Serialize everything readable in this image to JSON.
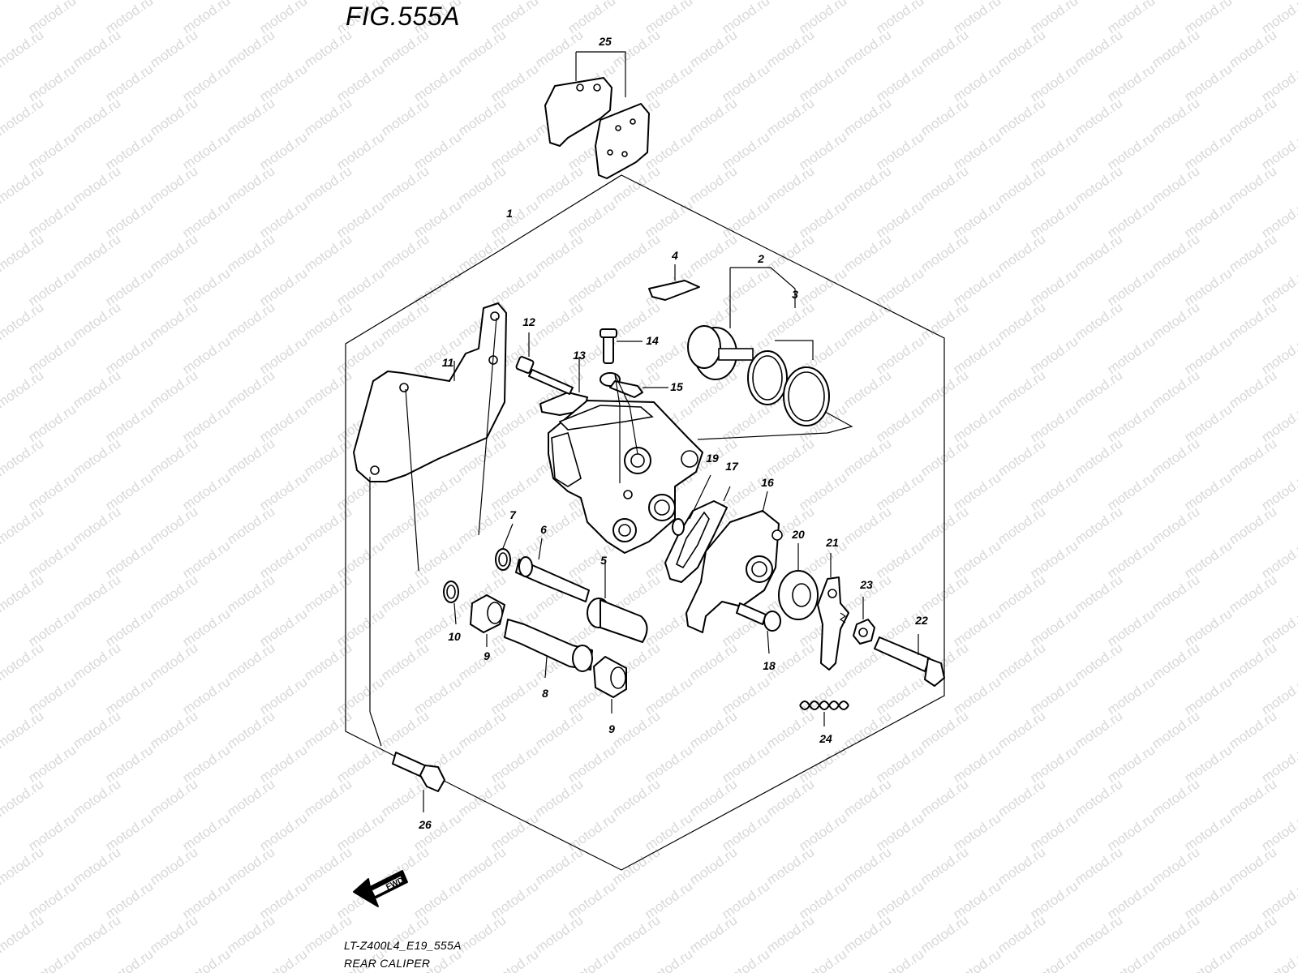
{
  "figure": {
    "title": "FIG.555A",
    "code": "LT-Z400L4_E19_555A",
    "name": "REAR CALIPER"
  },
  "watermark": {
    "text": "motod.ru"
  },
  "fwd_arrow": {
    "label": "FWD"
  },
  "callouts": [
    {
      "id": "c1",
      "number": "1"
    },
    {
      "id": "c2",
      "number": "2"
    },
    {
      "id": "c3",
      "number": "3"
    },
    {
      "id": "c4",
      "number": "4"
    },
    {
      "id": "c5",
      "number": "5"
    },
    {
      "id": "c6",
      "number": "6"
    },
    {
      "id": "c7",
      "number": "7"
    },
    {
      "id": "c8",
      "number": "8"
    },
    {
      "id": "c9a",
      "number": "9"
    },
    {
      "id": "c9b",
      "number": "9"
    },
    {
      "id": "c10",
      "number": "10"
    },
    {
      "id": "c11",
      "number": "11"
    },
    {
      "id": "c12",
      "number": "12"
    },
    {
      "id": "c13",
      "number": "13"
    },
    {
      "id": "c14",
      "number": "14"
    },
    {
      "id": "c15",
      "number": "15"
    },
    {
      "id": "c16",
      "number": "16"
    },
    {
      "id": "c17",
      "number": "17"
    },
    {
      "id": "c18",
      "number": "18"
    },
    {
      "id": "c19",
      "number": "19"
    },
    {
      "id": "c20",
      "number": "20"
    },
    {
      "id": "c21",
      "number": "21"
    },
    {
      "id": "c22",
      "number": "22"
    },
    {
      "id": "c23",
      "number": "23"
    },
    {
      "id": "c24",
      "number": "24"
    },
    {
      "id": "c25",
      "number": "25"
    },
    {
      "id": "c26",
      "number": "26"
    }
  ]
}
